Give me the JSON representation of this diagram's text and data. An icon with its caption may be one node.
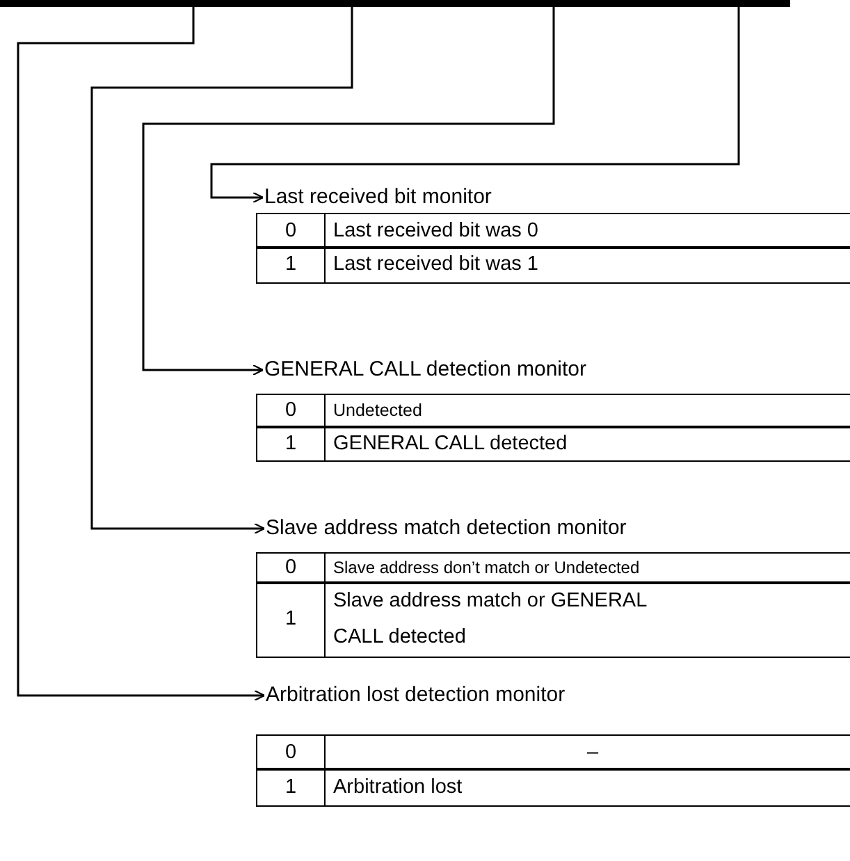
{
  "diagram": {
    "nodes": [
      {
        "text": [],
        "shape": "bar"
      },
      {
        "text": [
          "Last received bit monitor"
        ]
      },
      {
        "text": [
          "GENERAL CALL detection monitor"
        ]
      },
      {
        "text": [
          "Slave address match detection monitor"
        ]
      },
      {
        "text": [
          "Arbitration lost detection monitor"
        ]
      }
    ],
    "edges": [
      {
        "from": 0,
        "to": 1,
        "arrow": "to"
      },
      {
        "from": 0,
        "to": 2,
        "arrow": "to"
      },
      {
        "from": 0,
        "to": 3,
        "arrow": "to"
      },
      {
        "from": 0,
        "to": 4,
        "arrow": "to"
      }
    ],
    "labels": [
      "0",
      "Last received bit was 0",
      "1",
      "Last received bit was 1",
      "0",
      "Undetected",
      "1",
      "GENERAL CALL detected",
      "0",
      "Slave address don’t match or Undetected",
      "1",
      "Slave address match or GENERAL CALL detected",
      "0",
      "–",
      "1",
      "Arbitration lost"
    ]
  }
}
